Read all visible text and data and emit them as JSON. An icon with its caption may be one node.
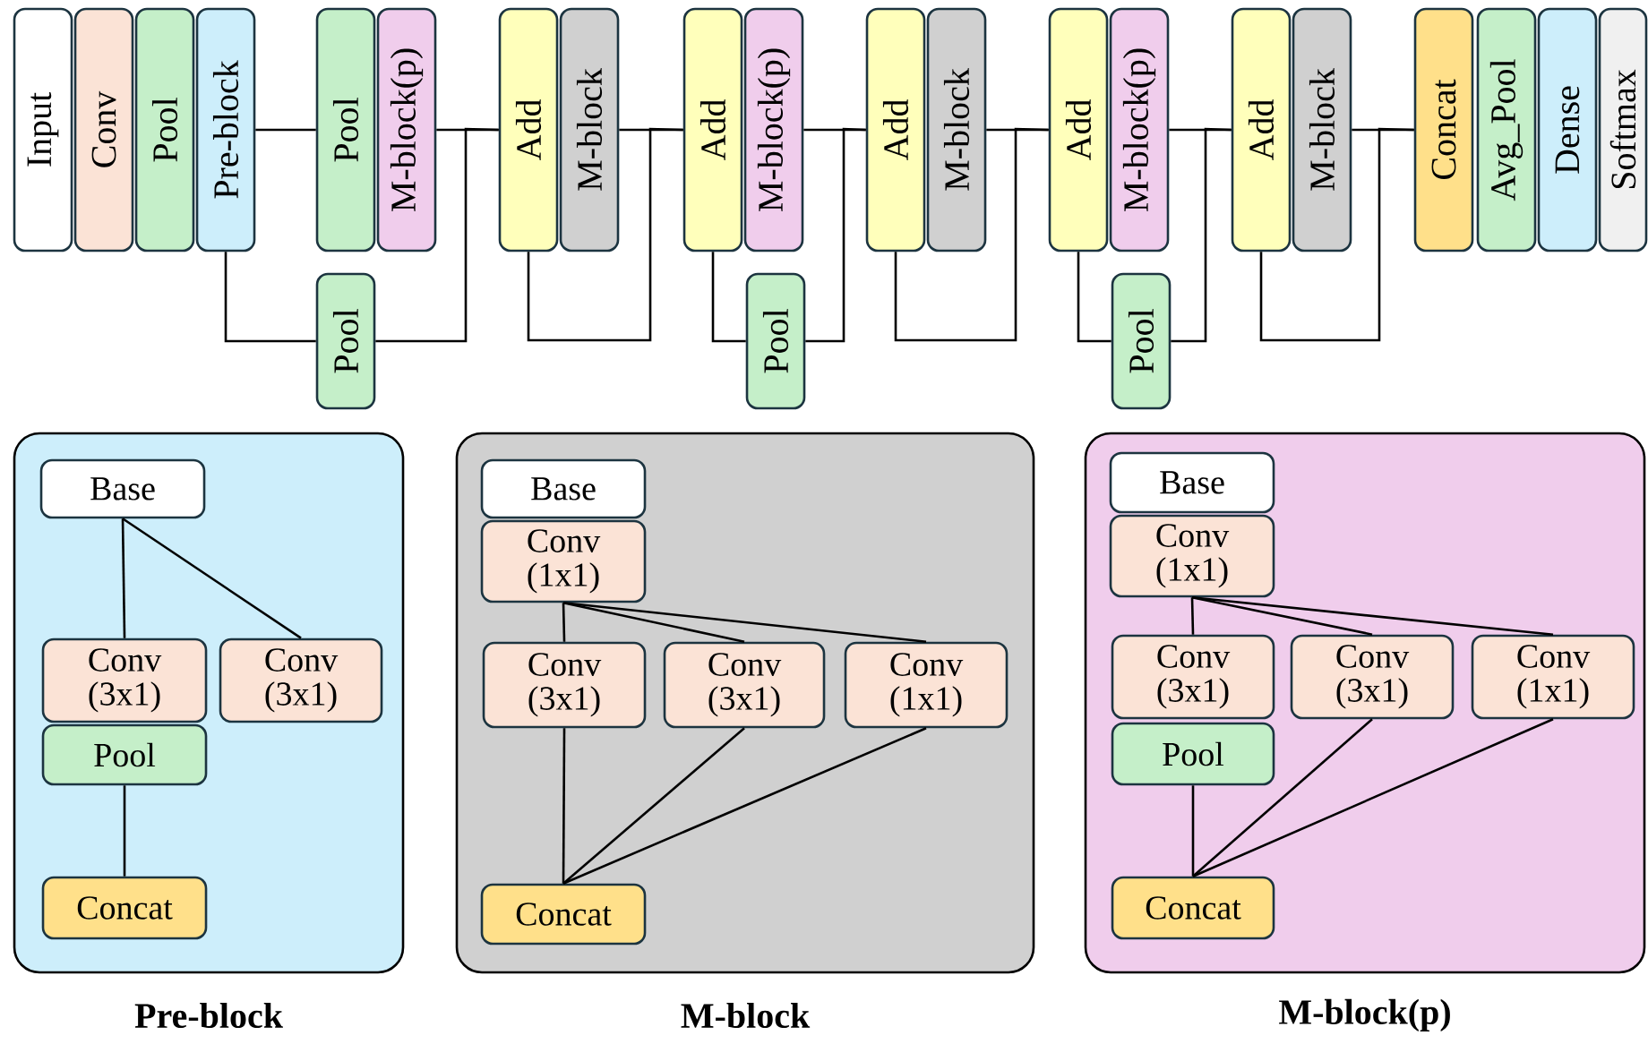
{
  "diagram": {
    "nodes": [
      {
        "text": [
          "Input"
        ]
      },
      {
        "text": [
          "Conv"
        ]
      },
      {
        "text": [
          "Pool"
        ]
      },
      {
        "text": [
          "Pre-block"
        ]
      },
      {
        "text": [
          "Pool"
        ]
      },
      {
        "text": [
          "M-block(p)"
        ]
      },
      {
        "text": [
          "Pool"
        ]
      },
      {
        "text": [
          "Add"
        ]
      },
      {
        "text": [
          "M-block"
        ]
      },
      {
        "text": [
          "Add"
        ]
      },
      {
        "text": [
          "M-block(p)"
        ]
      },
      {
        "text": [
          "Pool"
        ]
      },
      {
        "text": [
          "Add"
        ]
      },
      {
        "text": [
          "M-block"
        ]
      },
      {
        "text": [
          "Add"
        ]
      },
      {
        "text": [
          "M-block(p)"
        ]
      },
      {
        "text": [
          "Pool"
        ]
      },
      {
        "text": [
          "Add"
        ]
      },
      {
        "text": [
          "M-block"
        ]
      },
      {
        "text": [
          "Concat"
        ]
      },
      {
        "text": [
          "Avg_Pool"
        ]
      },
      {
        "text": [
          "Dense"
        ]
      },
      {
        "text": [
          "Softmax"
        ]
      },
      {
        "text": [
          "Pre-block"
        ]
      },
      {
        "text": [
          "Base"
        ],
        "in": 23
      },
      {
        "text": [
          "Conv (3x1)"
        ],
        "in": 23
      },
      {
        "text": [
          "Conv (3x1)"
        ],
        "in": 23
      },
      {
        "text": [
          "Pool"
        ],
        "in": 23
      },
      {
        "text": [
          "Concat"
        ],
        "in": 23
      },
      {
        "text": [
          "M-block"
        ]
      },
      {
        "text": [
          "Base"
        ],
        "in": 29
      },
      {
        "text": [
          "Conv (1x1)"
        ],
        "in": 29
      },
      {
        "text": [
          "Conv (3x1)"
        ],
        "in": 29
      },
      {
        "text": [
          "Conv (3x1)"
        ],
        "in": 29
      },
      {
        "text": [
          "Conv (1x1)"
        ],
        "in": 29
      },
      {
        "text": [
          "Concat"
        ],
        "in": 29
      },
      {
        "text": [
          "M-block(p)"
        ]
      },
      {
        "text": [
          "Base"
        ],
        "in": 36
      },
      {
        "text": [
          "Conv (1x1)"
        ],
        "in": 36
      },
      {
        "text": [
          "Conv (3x1)"
        ],
        "in": 36
      },
      {
        "text": [
          "Conv (3x1)"
        ],
        "in": 36
      },
      {
        "text": [
          "Conv (1x1)"
        ],
        "in": 36
      },
      {
        "text": [
          "Pool"
        ],
        "in": 36
      },
      {
        "text": [
          "Concat"
        ],
        "in": 36
      }
    ],
    "edges": [
      {
        "from": 3,
        "to": 4,
        "arrow": "none"
      },
      {
        "from": 3,
        "to": 6,
        "arrow": "none"
      },
      {
        "from": 5,
        "to": 7,
        "arrow": "none"
      },
      {
        "from": 6,
        "to": 7,
        "arrow": "none"
      },
      {
        "from": 7,
        "to": 9,
        "arrow": "none"
      },
      {
        "from": 8,
        "to": 9,
        "arrow": "none"
      },
      {
        "from": 9,
        "to": 11,
        "arrow": "none"
      },
      {
        "from": 10,
        "to": 12,
        "arrow": "none"
      },
      {
        "from": 11,
        "to": 12,
        "arrow": "none"
      },
      {
        "from": 12,
        "to": 14,
        "arrow": "none"
      },
      {
        "from": 13,
        "to": 14,
        "arrow": "none"
      },
      {
        "from": 14,
        "to": 16,
        "arrow": "none"
      },
      {
        "from": 15,
        "to": 17,
        "arrow": "none"
      },
      {
        "from": 16,
        "to": 17,
        "arrow": "none"
      },
      {
        "from": 17,
        "to": 19,
        "arrow": "none"
      },
      {
        "from": 18,
        "to": 19,
        "arrow": "none"
      },
      {
        "from": 24,
        "to": 25,
        "arrow": "none"
      },
      {
        "from": 24,
        "to": 26,
        "arrow": "none"
      },
      {
        "from": 27,
        "to": 28,
        "arrow": "none"
      },
      {
        "from": 31,
        "to": 32,
        "arrow": "none"
      },
      {
        "from": 31,
        "to": 33,
        "arrow": "none"
      },
      {
        "from": 31,
        "to": 34,
        "arrow": "none"
      },
      {
        "from": 32,
        "to": 35,
        "arrow": "none"
      },
      {
        "from": 33,
        "to": 35,
        "arrow": "none"
      },
      {
        "from": 34,
        "to": 35,
        "arrow": "none"
      },
      {
        "from": 38,
        "to": 39,
        "arrow": "none"
      },
      {
        "from": 38,
        "to": 40,
        "arrow": "none"
      },
      {
        "from": 38,
        "to": 41,
        "arrow": "none"
      },
      {
        "from": 42,
        "to": 43,
        "arrow": "none"
      },
      {
        "from": 40,
        "to": 43,
        "arrow": "none"
      },
      {
        "from": 41,
        "to": 43,
        "arrow": "none"
      }
    ]
  }
}
